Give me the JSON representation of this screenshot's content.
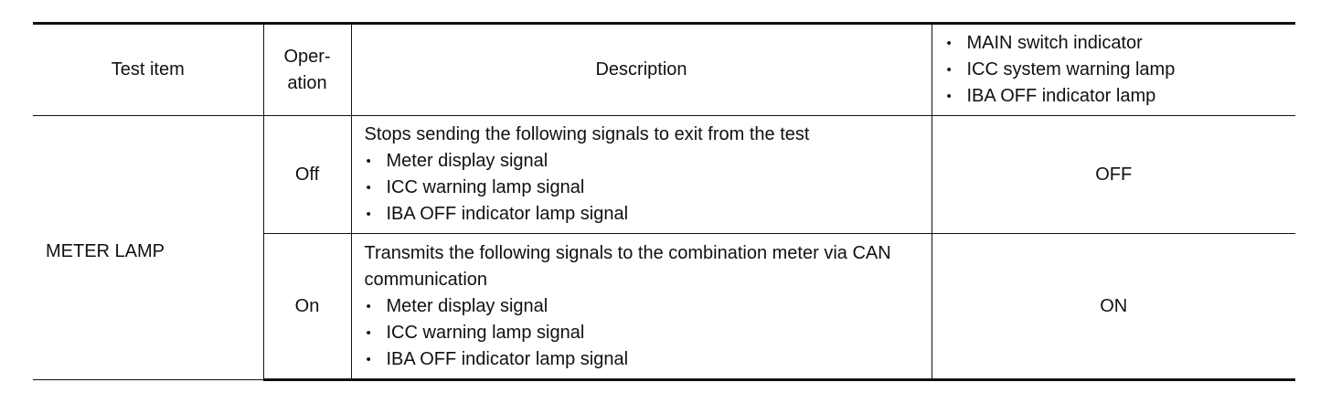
{
  "table": {
    "headers": {
      "test_item": "Test item",
      "operation": "Oper-\nation",
      "description": "Description",
      "indicators": [
        "MAIN switch indicator",
        "ICC system warning lamp",
        "IBA OFF indicator lamp"
      ]
    },
    "test_item_value": "METER LAMP",
    "rows": [
      {
        "operation": "Off",
        "description_intro": "Stops sending the following signals to exit from the test",
        "signals": [
          "Meter display signal",
          "ICC warning lamp signal",
          "IBA OFF indicator lamp signal"
        ],
        "result": "OFF"
      },
      {
        "operation": "On",
        "description_intro": "Transmits the following signals to the combination meter via CAN communication",
        "signals": [
          "Meter display signal",
          "ICC warning lamp signal",
          "IBA OFF indicator lamp signal"
        ],
        "result": "ON"
      }
    ]
  }
}
